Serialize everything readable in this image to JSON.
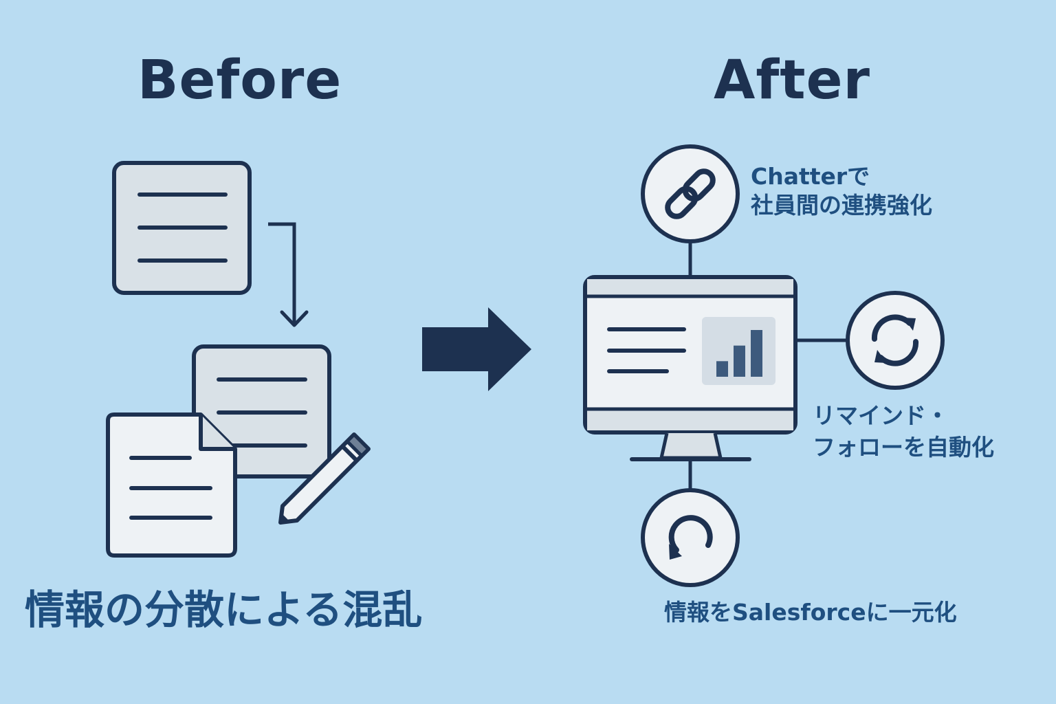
{
  "before": {
    "title": "Before",
    "caption": "情報の分散による混乱"
  },
  "after": {
    "title": "After",
    "features": {
      "chatter": {
        "line1": "Chatterで",
        "line2": "社員間の連携強化",
        "icon": "link-icon"
      },
      "remind": {
        "line1": "リマインド・",
        "line2": "フォローを自動化",
        "icon": "sync-icon"
      },
      "salesforce": {
        "text": "情報をSalesforceに一元化",
        "icon": "refresh-icon"
      }
    },
    "monitor_chart": {
      "bar_count": 3,
      "bar_values": [
        1,
        2,
        3
      ]
    }
  },
  "colors": {
    "background": "#b9dcf2",
    "outline": "#1d3150",
    "label_text": "#1f4f80",
    "paper": "#d9e1e7",
    "paper_light": "#eef2f5",
    "bar": "#3d5a7d"
  }
}
